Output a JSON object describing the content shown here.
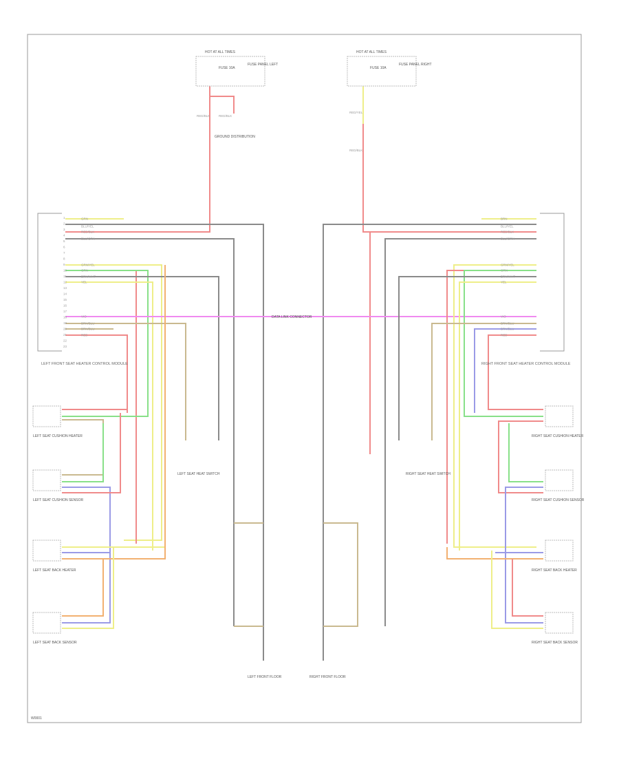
{
  "diagram": {
    "footer_code": "W0001",
    "fuse_left": {
      "header": "HOT AT ALL TIMES",
      "fuse": "FUSE 10A",
      "desc": "FUSE PANEL LEFT",
      "wire1": "RED/BLK",
      "wire2": "RED/BLK",
      "ground_label": "GROUND DISTRIBUTION"
    },
    "fuse_right": {
      "header": "HOT AT ALL TIMES",
      "fuse": "FUSE 10A",
      "desc": "FUSE PANEL RIGHT",
      "wire1": "RED/YEL",
      "wire2": "RED/BLK"
    },
    "splice_center": "DATA LINK CONNECTOR",
    "left_module": "LEFT FRONT SEAT HEATER CONTROL MODULE",
    "right_module": "RIGHT FRONT SEAT HEATER CONTROL MODULE",
    "left_switch": "LEFT SEAT HEAT SWITCH",
    "right_switch": "RIGHT SEAT HEAT SWITCH",
    "left_elements": [
      "LEFT SEAT CUSHION HEATER",
      "LEFT SEAT CUSHION SENSOR",
      "LEFT SEAT BACK HEATER",
      "LEFT SEAT BACK SENSOR"
    ],
    "right_elements": [
      "RIGHT SEAT CUSHION HEATER",
      "RIGHT SEAT CUSHION SENSOR",
      "RIGHT SEAT BACK HEATER",
      "RIGHT SEAT BACK SENSOR"
    ],
    "left_ground": "LEFT FRONT FLOOR",
    "right_ground": "RIGHT FRONT FLOOR",
    "wire_codes_left": [
      "GRN",
      "BLU/YEL",
      "RED/BLK",
      "BLU/GRN",
      "GRN/YEL",
      "GRN",
      "BRN/WHT",
      "YEL",
      "VIO",
      "BRN/BLU",
      "BRN/BLU",
      "RED"
    ],
    "wire_codes_right": [
      "BRN",
      "BLU/YEL",
      "RED/BLK",
      "BLU/GRN",
      "GRN/YEL",
      "GRN",
      "BRN/WHT",
      "YEL",
      "VIO",
      "BRN/BLU",
      "BRN/BLU",
      "RED"
    ],
    "colors": {
      "red": "#f08a8a",
      "yellow": "#eeee88",
      "green": "#88e088",
      "gray": "#8a8a8a",
      "magenta": "#f08af0",
      "tan": "#c9b98f",
      "purple": "#9a9ae6",
      "orange": "#f2b070",
      "frame": "#999999"
    }
  }
}
